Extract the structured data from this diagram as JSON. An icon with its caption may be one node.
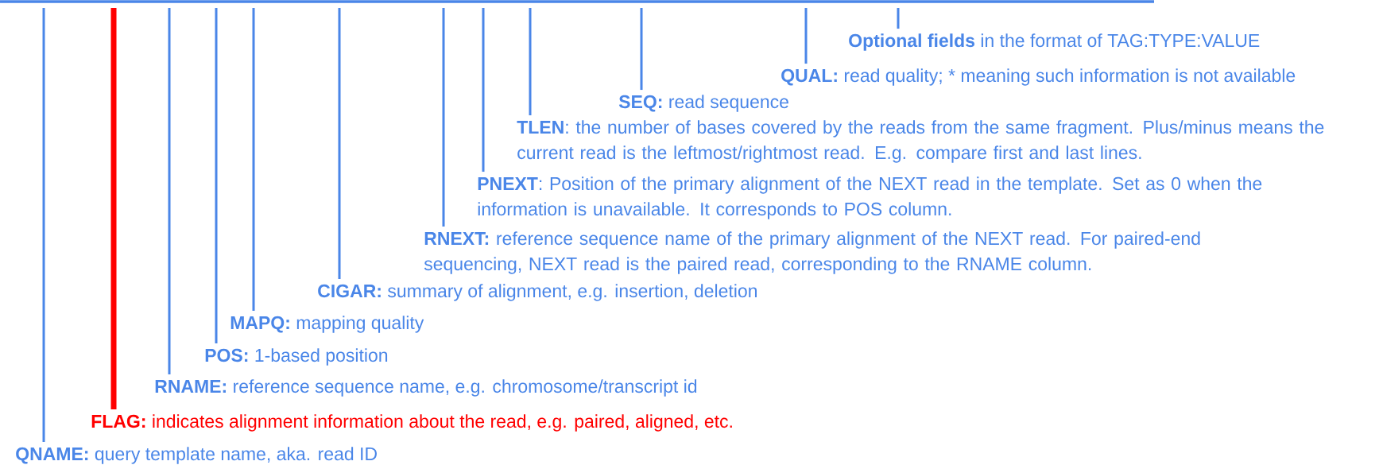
{
  "diagram": {
    "nodes": [
      {
        "text": [
          "**Optional fields** in the format of TAG:TYPE:VALUE"
        ]
      },
      {
        "text": [
          "**QUAL:** read quality; * meaning such information is not available"
        ]
      },
      {
        "text": [
          "**SEQ:** read sequence"
        ]
      },
      {
        "text": [
          "**TLEN**: the number of bases covered by the reads from the same fragment. Plus/minus means the current read is the leftmost/rightmost read. E.g. compare first and last lines."
        ]
      },
      {
        "text": [
          "**PNEXT**: Position of the primary alignment of the NEXT read in the template. Set as 0 when the information is unavailable. It corresponds to POS column."
        ]
      },
      {
        "text": [
          "**RNEXT:** reference sequence name of the primary alignment of the NEXT read. For paired-end sequencing, NEXT read is the paired read, corresponding to the RNAME column."
        ]
      },
      {
        "text": [
          "**CIGAR:** summary of alignment, e.g. insertion, deletion"
        ]
      },
      {
        "text": [
          "**MAPQ:** mapping quality"
        ]
      },
      {
        "text": [
          "**POS:** 1-based position"
        ]
      },
      {
        "text": [
          "**RNAME:** reference sequence name, e.g. chromosome/transcript id"
        ]
      },
      {
        "text": [
          "**FLAG:** indicates alignment information about the read, e.g. paired, aligned, etc."
        ]
      },
      {
        "text": [
          "**QNAME:** query template name, aka. read ID"
        ]
      }
    ],
    "edges": [
      {
        "from": 0,
        "to": null,
        "arrow": "none"
      },
      {
        "from": 1,
        "to": null,
        "arrow": "none"
      },
      {
        "from": 2,
        "to": null,
        "arrow": "none"
      },
      {
        "from": 3,
        "to": null,
        "arrow": "none"
      },
      {
        "from": 4,
        "to": null,
        "arrow": "none"
      },
      {
        "from": 5,
        "to": null,
        "arrow": "none"
      },
      {
        "from": 6,
        "to": null,
        "arrow": "none"
      },
      {
        "from": 7,
        "to": null,
        "arrow": "none"
      },
      {
        "from": 8,
        "to": null,
        "arrow": "none"
      },
      {
        "from": 9,
        "to": null,
        "arrow": "none"
      },
      {
        "from": 10,
        "to": null,
        "arrow": "none",
        "style": "thick",
        "color": "#ff0000"
      },
      {
        "from": 11,
        "to": null,
        "arrow": "none"
      }
    ]
  }
}
